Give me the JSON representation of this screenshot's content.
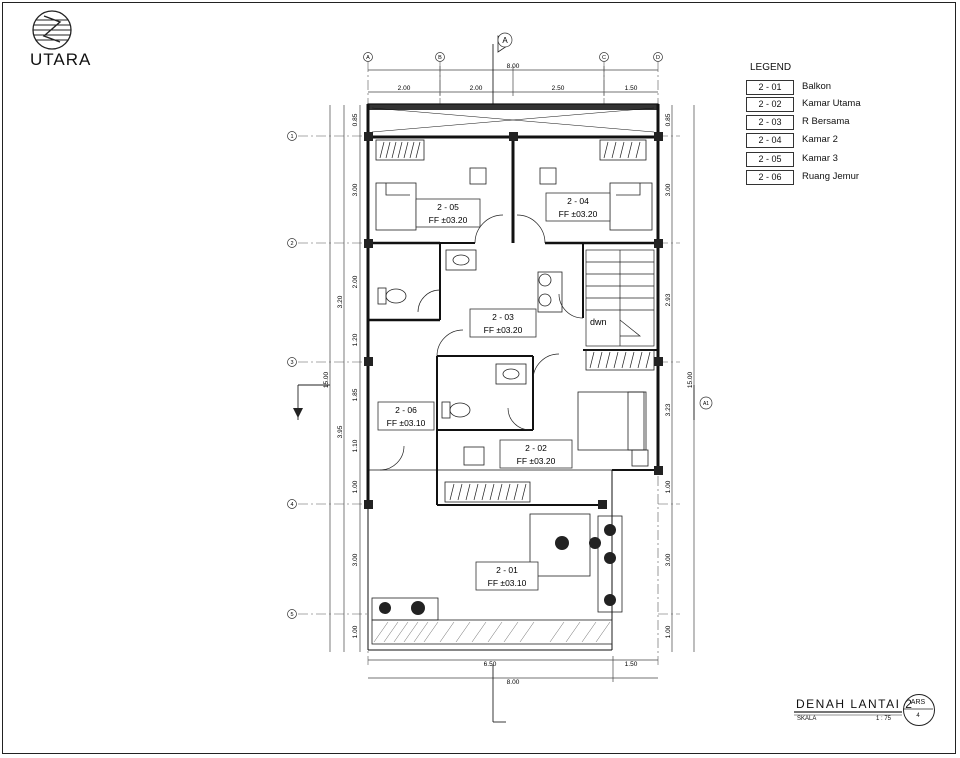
{
  "north": {
    "label": "UTARA"
  },
  "legend": {
    "title": "LEGEND",
    "items": [
      {
        "code": "2 - 01",
        "name": "Balkon"
      },
      {
        "code": "2 - 02",
        "name": "Kamar Utama"
      },
      {
        "code": "2 - 03",
        "name": "R Bersama"
      },
      {
        "code": "2 - 04",
        "name": "Kamar 2"
      },
      {
        "code": "2 - 05",
        "name": "Kamar 3"
      },
      {
        "code": "2 - 06",
        "name": "Ruang Jemur"
      }
    ]
  },
  "rooms": [
    {
      "code": "2 - 05",
      "level": "FF ±03.20"
    },
    {
      "code": "2 - 04",
      "level": "FF ±03.20"
    },
    {
      "code": "2 - 03",
      "level": "FF ±03.20"
    },
    {
      "code": "2 - 06",
      "level": "FF ±03.10"
    },
    {
      "code": "2 - 02",
      "level": "FF ±03.20"
    },
    {
      "code": "2 - 01",
      "level": "FF ±03.10"
    }
  ],
  "grid": {
    "columns": [
      "A",
      "B",
      "C",
      "D"
    ],
    "rows": [
      "1",
      "2",
      "3",
      "4",
      "5"
    ],
    "section_marks": [
      "A",
      "A1"
    ]
  },
  "dimensions": {
    "top_total": "8.00",
    "top": [
      "2.00",
      "2.00",
      "2.50",
      "1.50"
    ],
    "bottom": [
      "6.50",
      "1.50"
    ],
    "bottom_total": "8.00",
    "left": [
      "0.85",
      "3.00",
      "2.00",
      "1.20",
      "1.85",
      "1.10",
      "1.00",
      "3.00",
      "1.00"
    ],
    "left_sub": [
      "3.20",
      "3.95"
    ],
    "left_total": "15.00",
    "right": [
      "0.85",
      "3.00",
      "2.93",
      "3.23",
      "1.00",
      "3.00",
      "1.00"
    ],
    "right_total": "15.00"
  },
  "stair_label": "dwn",
  "title_block": {
    "title": "DENAH LANTAI 2",
    "skala_label": "SKALA",
    "scale": "1 : 75",
    "sheet_code": "ARS",
    "sheet_no": "4"
  }
}
